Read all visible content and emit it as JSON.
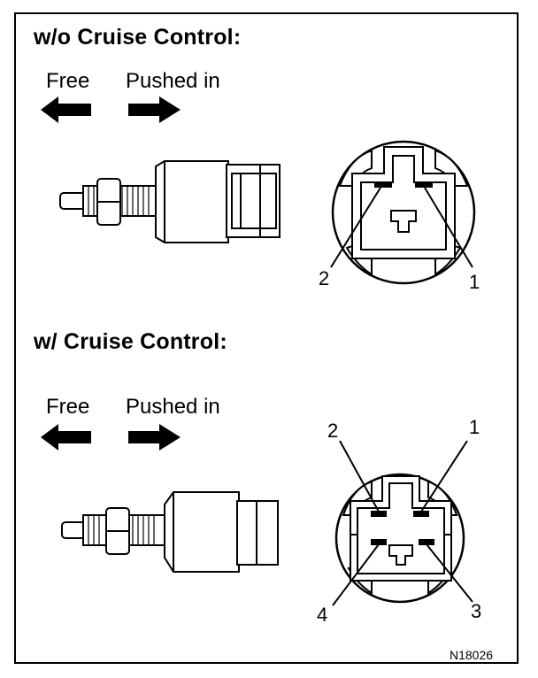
{
  "sections": [
    {
      "title": "w/o Cruise Control:",
      "free_label": "Free",
      "pushed_label": "Pushed in",
      "pins": [
        "2",
        "1"
      ]
    },
    {
      "title": "w/ Cruise Control:",
      "free_label": "Free",
      "pushed_label": "Pushed in",
      "pins": [
        "2",
        "1",
        "4",
        "3"
      ]
    }
  ],
  "figure_code": "N18026",
  "colors": {
    "ink": "#000000",
    "paper": "#ffffff"
  }
}
